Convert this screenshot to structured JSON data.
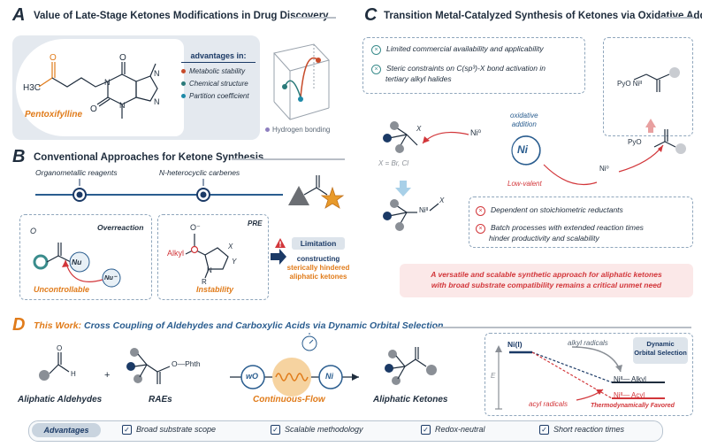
{
  "sectionA": {
    "letter": "A",
    "title": "Value of Late-Stage Ketones Modifications in Drug Discovery",
    "molecule_name": "Pentoxifylline",
    "advantages_title": "advantages in:",
    "advantages": [
      "Metabolic stability",
      "Chemical structure",
      "Partition coefficient"
    ],
    "hbond_label": "Hydrogen bonding",
    "atom_labels": {
      "O1": "O",
      "O2": "O",
      "O3": "O",
      "N1": "N",
      "N2": "N",
      "N3": "N",
      "N4": "N",
      "ch3": "H3C"
    }
  },
  "sectionB": {
    "letter": "B",
    "title": "Conventional Approaches for Ketone Synthesis",
    "approaches": [
      "Organometallic reagents",
      "N-heterocyclic carbenes"
    ],
    "overreaction_label": "Overreaction",
    "nu_label": "Nu",
    "nu_minus_label": "Nu⁻",
    "uncontrollable_label": "Uncontrollable",
    "pre_label": "PRE",
    "o_minus_label": "O⁻",
    "alkyl_label": "Alkyl",
    "x_label": "X",
    "y_label": "Y",
    "n_label": "N",
    "r_label": "R",
    "instability_label": "Instability",
    "limitation_label": "Limitation",
    "limitation_lines": [
      "constructing",
      "sterically hindered",
      "aliphatic ketones"
    ]
  },
  "sectionC": {
    "letter": "C",
    "title": "Transition Metal-Catalyzed Synthesis of Ketones via Oxidative Addition",
    "issues_top": [
      "Limited commercial availability and applicability",
      "Steric constraints on C(sp³)-X bond activation in",
      "tertiary alkyl halides"
    ],
    "x_caption": "X = Br, Cl",
    "ni0_left": "Ni⁰",
    "ni0_right": "Ni⁰",
    "ni_center": "Ni",
    "oxidative_addition": [
      "oxidative",
      "addition"
    ],
    "low_valent": "Low-valent",
    "pyo_label": "PyO",
    "nill_label": "Niᴵᴵ",
    "issues_bottom": [
      "Dependent on stoichiometric reductants",
      "Batch processes with extended reaction times",
      "hinder productivity and scalability"
    ],
    "unmet_need": [
      "A versatile and scalable synthetic approach for aliphatic ketones",
      "with broad substrate compatibility remains a critical unmet need"
    ]
  },
  "sectionD": {
    "letter": "D",
    "title_prefix": "This Work:",
    "title_rest": "Cross Coupling of Aldehydes and Carboxylic Acids via Dynamic Orbital Selection",
    "aldehyde_label": "Aliphatic Aldehydes",
    "plus": "+",
    "rae_label": "RAEs",
    "phth_label": "O—Phth",
    "o_label": "O",
    "h_label": "H",
    "wo_label": "wO",
    "ni_label": "Ni",
    "flow_label": "Continuous-Flow",
    "product_label": "Aliphatic Ketones",
    "ni1_label": "Ni(I)",
    "alkyl_radicals": "alkyl radicals",
    "acyl_radicals": "acyl radicals",
    "dynamic_label": [
      "Dynamic",
      "Orbital Selection"
    ],
    "e_label": "E",
    "ni_alkyl": "Niᴵᴵ— Alkyl",
    "ni_acyl": "Niᴵᴵ— Acyl",
    "thermo_label": "Thermodynamically Favored",
    "advantages_tag": "Advantages",
    "advantages": [
      "Broad substrate scope",
      "Scalable methodology",
      "Redox-neutral",
      "Short reaction times"
    ]
  },
  "colors": {
    "navy": "#1b3a66",
    "orange": "#e07b1a",
    "red": "#d2363a",
    "teal": "#3a8c8c",
    "gray": "#8a8f96"
  }
}
